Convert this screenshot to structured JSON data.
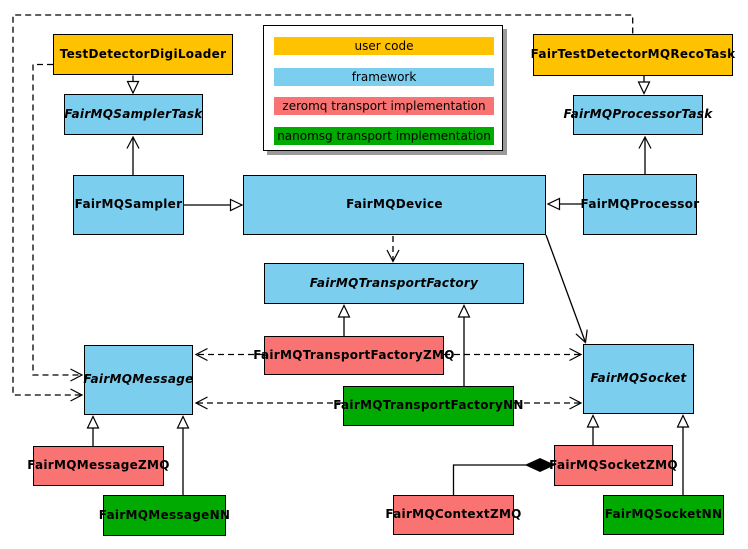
{
  "legend": {
    "items": [
      {
        "label": "user code",
        "color": "#FFC200"
      },
      {
        "label": "framework",
        "color": "#7CCEEF"
      },
      {
        "label": "zeromq transport implementation",
        "color": "#F97373"
      },
      {
        "label": "nanomsg transport implementation",
        "color": "#00AA00"
      }
    ]
  },
  "colors": {
    "user_code": "#FFC200",
    "framework": "#7CCEEF",
    "zeromq_implementation": "#F97373",
    "nanomsg_implementation": "#00AA00",
    "line": "#000000",
    "background": "#FFFFFF",
    "legend_shadow": "#9A9A9A"
  },
  "nodes": {
    "digiLoader": {
      "label": "TestDetectorDigiLoader",
      "category": "user code",
      "abstract": false
    },
    "recoTask": {
      "label": "FairTestDetectorMQRecoTask",
      "category": "user code",
      "abstract": false
    },
    "samplerTask": {
      "label": "FairMQSamplerTask",
      "category": "framework",
      "abstract": true
    },
    "processorTask": {
      "label": "FairMQProcessorTask",
      "category": "framework",
      "abstract": true
    },
    "sampler": {
      "label": "FairMQSampler",
      "category": "framework",
      "abstract": false
    },
    "device": {
      "label": "FairMQDevice",
      "category": "framework",
      "abstract": false
    },
    "processor": {
      "label": "FairMQProcessor",
      "category": "framework",
      "abstract": false
    },
    "transportFactory": {
      "label": "FairMQTransportFactory",
      "category": "framework",
      "abstract": true
    },
    "transportFactoryZMQ": {
      "label": "FairMQTransportFactoryZMQ",
      "category": "zeromq transport implementation",
      "abstract": false
    },
    "transportFactoryNN": {
      "label": "FairMQTransportFactoryNN",
      "category": "nanomsg transport implementation",
      "abstract": false
    },
    "message": {
      "label": "FairMQMessage",
      "category": "framework",
      "abstract": true
    },
    "socket": {
      "label": "FairMQSocket",
      "category": "framework",
      "abstract": true
    },
    "messageZMQ": {
      "label": "FairMQMessageZMQ",
      "category": "zeromq transport implementation",
      "abstract": false
    },
    "messageNN": {
      "label": "FairMQMessageNN",
      "category": "nanomsg transport implementation",
      "abstract": false
    },
    "socketZMQ": {
      "label": "FairMQSocketZMQ",
      "category": "zeromq transport implementation",
      "abstract": false
    },
    "socketNN": {
      "label": "FairMQSocketNN",
      "category": "nanomsg transport implementation",
      "abstract": false
    },
    "contextZMQ": {
      "label": "FairMQContextZMQ",
      "category": "zeromq transport implementation",
      "abstract": false
    }
  },
  "edges": [
    {
      "from": "TestDetectorDigiLoader",
      "to": "FairMQSamplerTask",
      "type": "generalization",
      "style": "solid-hollow-triangle"
    },
    {
      "from": "FairTestDetectorMQRecoTask",
      "to": "FairMQProcessorTask",
      "type": "generalization",
      "style": "solid-hollow-triangle"
    },
    {
      "from": "FairMQSampler",
      "to": "FairMQSamplerTask",
      "type": "association",
      "style": "solid-open-arrow"
    },
    {
      "from": "FairMQProcessor",
      "to": "FairMQProcessorTask",
      "type": "association",
      "style": "solid-open-arrow"
    },
    {
      "from": "FairMQSampler",
      "to": "FairMQDevice",
      "type": "generalization",
      "style": "solid-hollow-triangle"
    },
    {
      "from": "FairMQProcessor",
      "to": "FairMQDevice",
      "type": "generalization",
      "style": "solid-hollow-triangle"
    },
    {
      "from": "FairMQDevice",
      "to": "FairMQTransportFactory",
      "type": "dependency",
      "style": "dashed-open-arrow"
    },
    {
      "from": "FairMQDevice",
      "to": "FairMQSocket",
      "type": "association",
      "style": "solid-open-arrow"
    },
    {
      "from": "FairMQTransportFactoryZMQ",
      "to": "FairMQTransportFactory",
      "type": "generalization",
      "style": "solid-hollow-triangle"
    },
    {
      "from": "FairMQTransportFactoryNN",
      "to": "FairMQTransportFactory",
      "type": "generalization",
      "style": "solid-hollow-triangle"
    },
    {
      "from": "FairMQTransportFactoryZMQ",
      "to": "FairMQMessage",
      "type": "dependency",
      "style": "dashed-open-arrow"
    },
    {
      "from": "FairMQTransportFactoryZMQ",
      "to": "FairMQSocket",
      "type": "dependency",
      "style": "dashed-open-arrow"
    },
    {
      "from": "FairMQTransportFactoryNN",
      "to": "FairMQMessage",
      "type": "dependency",
      "style": "dashed-open-arrow"
    },
    {
      "from": "FairMQTransportFactoryNN",
      "to": "FairMQSocket",
      "type": "dependency",
      "style": "dashed-open-arrow"
    },
    {
      "from": "TestDetectorDigiLoader",
      "to": "FairMQMessage",
      "type": "dependency",
      "style": "dashed-open-arrow"
    },
    {
      "from": "FairTestDetectorMQRecoTask",
      "to": "FairMQMessage",
      "type": "dependency",
      "style": "dashed-open-arrow"
    },
    {
      "from": "FairMQMessageZMQ",
      "to": "FairMQMessage",
      "type": "generalization",
      "style": "solid-hollow-triangle"
    },
    {
      "from": "FairMQMessageNN",
      "to": "FairMQMessage",
      "type": "generalization",
      "style": "solid-hollow-triangle"
    },
    {
      "from": "FairMQSocketZMQ",
      "to": "FairMQSocket",
      "type": "generalization",
      "style": "solid-hollow-triangle"
    },
    {
      "from": "FairMQSocketNN",
      "to": "FairMQSocket",
      "type": "generalization",
      "style": "solid-hollow-triangle"
    },
    {
      "from": "FairMQContextZMQ",
      "to": "FairMQSocketZMQ",
      "type": "composition",
      "style": "solid-filled-diamond"
    }
  ]
}
